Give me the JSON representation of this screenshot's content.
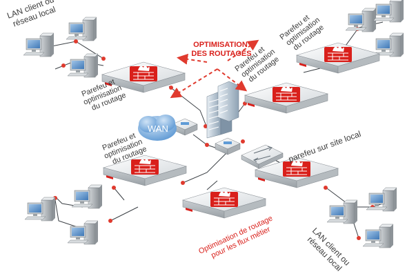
{
  "labels": {
    "lan_top_left": [
      "LAN client ou",
      "réseau local"
    ],
    "optimisation_routages": [
      "OPTIMISATION",
      "DES ROUTAGES"
    ],
    "fw_top_right_a": [
      "Parefeu et",
      "optimisation",
      "du routage"
    ],
    "fw_top_right_b": [
      "Parefeu et",
      "optimisation",
      "du routage"
    ],
    "fw_mid_left": [
      "Parefeu et",
      "optimisation",
      "du routage"
    ],
    "fw_lower_left": [
      "Parefeu et",
      "optimisation",
      "du routage"
    ],
    "wan": "WAN",
    "parefeu_site_local": "parefeu sur site local",
    "optimisation_flux": [
      "Optimisation de routage",
      "pour les flux métier"
    ],
    "lan_bottom_right": [
      "LAN client ou",
      "réseau local"
    ]
  },
  "colors": {
    "accent_red": "#d9201b",
    "connector_dot": "#e03a2e",
    "appliance_body": "#e9ecee",
    "wan_cloud": "#5f9bd6"
  },
  "icons": [
    "desktop-computer-icon",
    "firewall-appliance-icon",
    "router-icon",
    "switch-icon",
    "office-building-icon",
    "wan-cloud-icon"
  ]
}
